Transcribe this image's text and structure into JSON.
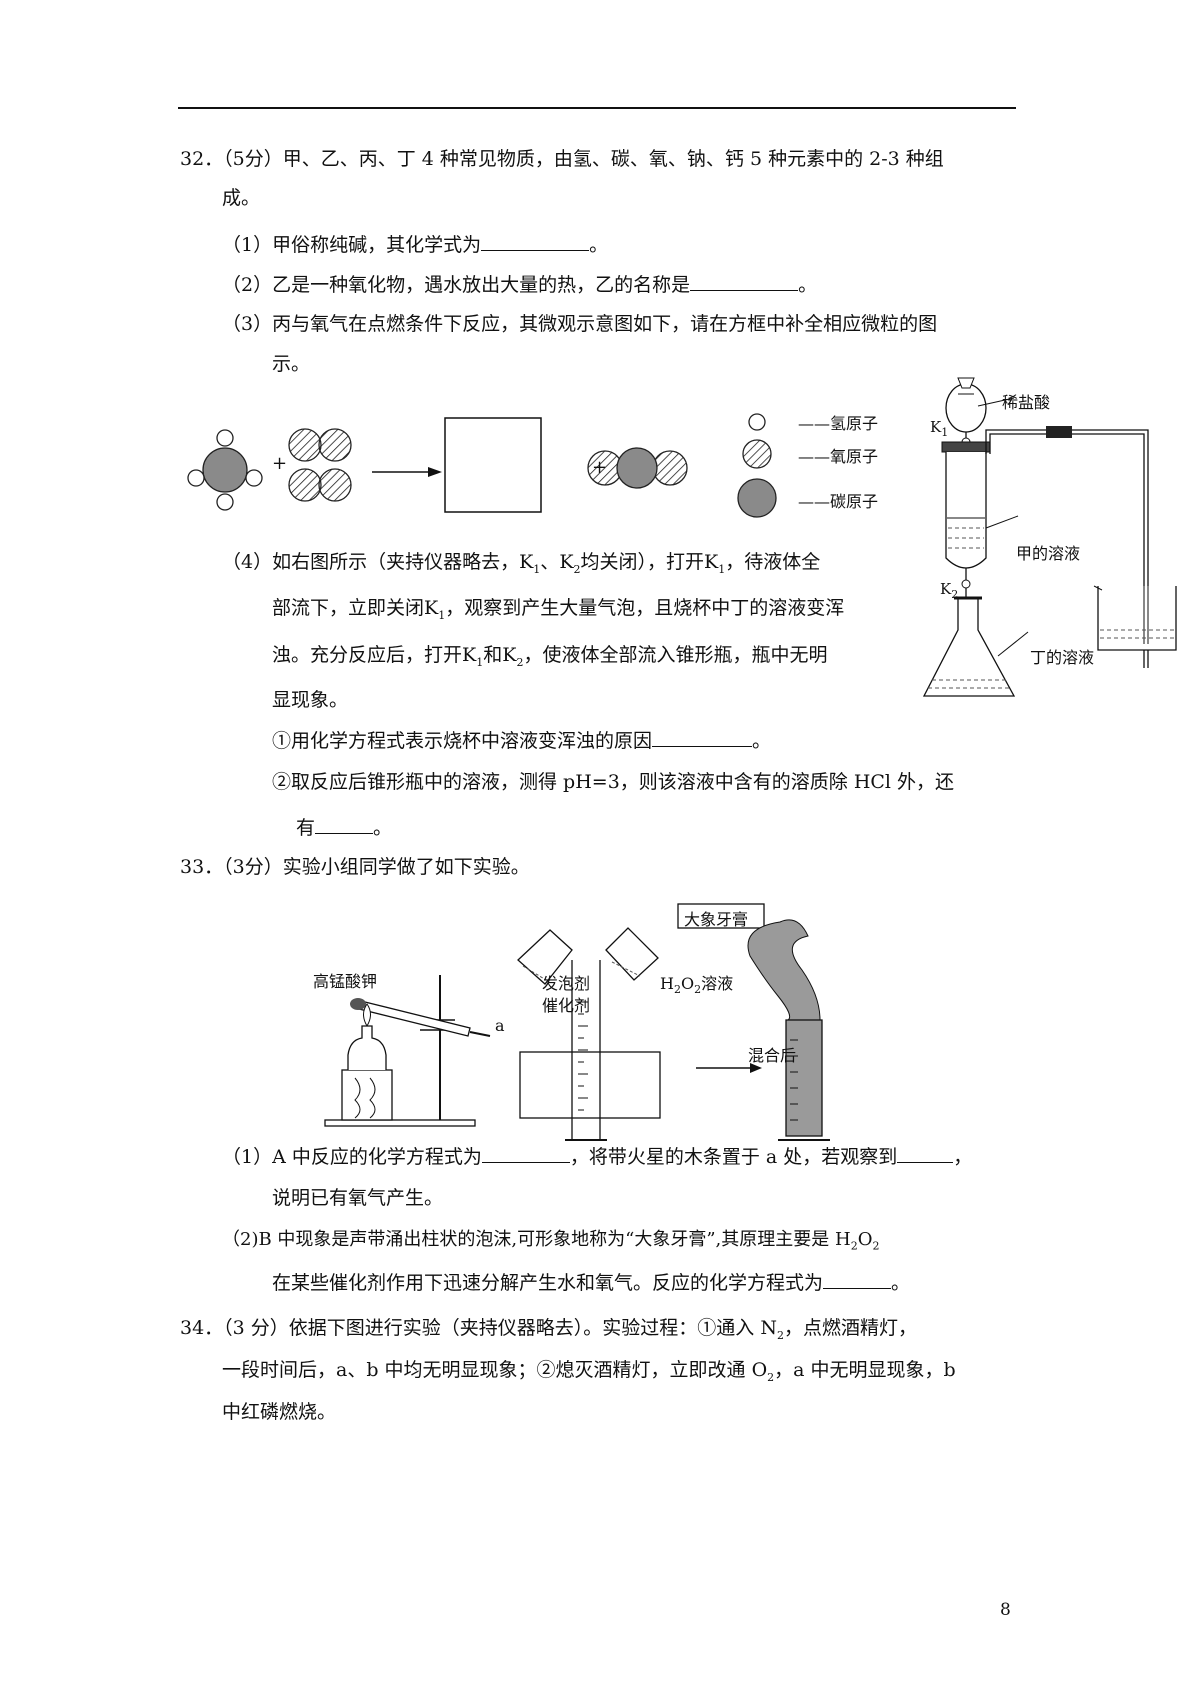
{
  "q32": {
    "stem_1": "32．（5分）甲、乙、丙、丁 4 种常见物质，由氢、碳、氧、钠、钙 5 种元素中的 2-3 种组",
    "stem_2": "成。",
    "p1_pre": "（1）甲俗称纯碱，其化学式为",
    "p1_post": "。",
    "p2_pre": "（2）乙是一种氧化物，遇水放出大量的热，乙的名称是",
    "p2_post": "。",
    "p3_1": "（3）丙与氧气在点燃条件下反应，其微观示意图如下，请在方框中补全相应微粒的图",
    "p3_2": "示。",
    "legend_h": "——氢原子",
    "legend_o": "——氧原子",
    "legend_c": "——碳原子",
    "plus": "+",
    "p4_1a": "（4）如右图所示（夹持仪器略去，",
    "p4_1b": "、",
    "p4_1c": "均关闭），打开",
    "p4_1d": "，待液体全",
    "p4_2a": "部流下，立即关闭",
    "p4_2b": "，观察到产生大量气泡，且烧杯中丁的溶液变浑",
    "p4_3a": "浊。充分反应后，打开",
    "p4_3b": "和",
    "p4_3c": "，使液体全部流入锥形瓶，瓶中无明",
    "p4_4": "显现象。",
    "k": "K",
    "k1": "1",
    "k2": "2",
    "sub1_pre": "①用化学方程式表示烧杯中溶液变浑浊的原因",
    "sub1_post": "。",
    "sub2": "②取反应后锥形瓶中的溶液，测得 pH=3，则该溶液中含有的溶质除 HCl 外，还",
    "sub2b_pre": "有",
    "sub2b_post": "。",
    "app_hcl": "稀盐酸",
    "app_jia": "甲的溶液",
    "app_ding": "丁的溶液"
  },
  "q33": {
    "stem": "33．（3分）实验小组同学做了如下实验。",
    "lbl_kmno4": "高锰酸钾",
    "lbl_a": "a",
    "lbl_foam_1": "发泡剂",
    "lbl_foam_2": "催化剂",
    "lbl_h2o2_pre": "H",
    "lbl_h2o2_s1": "2",
    "lbl_h2o2_mid": "O",
    "lbl_h2o2_s2": "2",
    "lbl_h2o2_post": "溶液",
    "lbl_mix": "混合后",
    "lbl_toothpaste": "大象牙膏",
    "p1_1a": "（1）A 中反应的化学方程式为",
    "p1_1b": "，将带火星的木条置于 a 处，若观察到",
    "p1_1c": "，",
    "p1_2": "说明已有氧气产生。",
    "p2_1": "（2)B 中现象是声带涌出柱状的泡沫,可形象地称为“大象牙膏”,其原理主要是 H",
    "p2_s1": "2",
    "p2_mid": "O",
    "p2_s2": "2",
    "p2_2_pre": "在某些催化剂作用下迅速分解产生水和氧气。反应的化学方程式为",
    "p2_2_post": "。"
  },
  "q34": {
    "stem_1a": "34．（3 分）依据下图进行实验（夹持仪器略去）。实验过程：①通入 N",
    "n2_sub": "2",
    "stem_1b": "，点燃酒精灯，",
    "stem_2a": "一段时间后，a、b 中均无明显现象；②熄灭酒精灯，立即改通 O",
    "o2_sub": "2",
    "stem_2b": "，a 中无明显现象，b",
    "stem_3": "中红磷燃烧。"
  },
  "page_number": "8"
}
